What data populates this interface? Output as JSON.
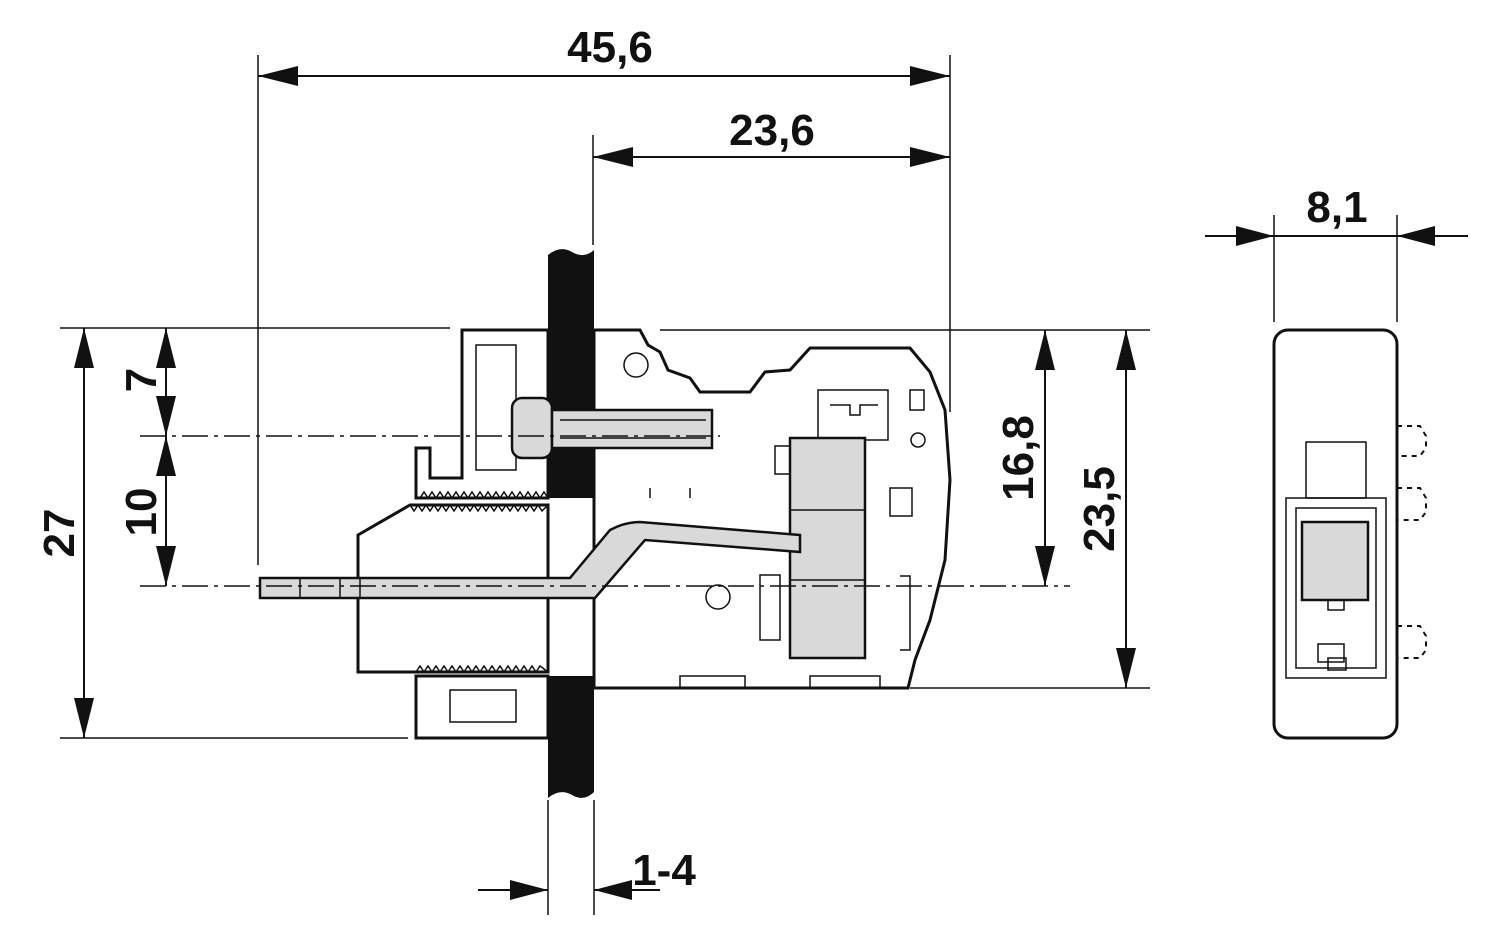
{
  "dimensions": {
    "top_overall": "45,6",
    "top_partial": "23,6",
    "side_width": "8,1",
    "left_overall": "27",
    "left_upper": "7",
    "left_lower": "10",
    "right_inner": "16,8",
    "right_outer": "23,5",
    "panel_thickness": "1-4"
  },
  "colors": {
    "line": "#111111",
    "grey_fill": "#d9d9d9",
    "panel_fill": "#111111"
  }
}
